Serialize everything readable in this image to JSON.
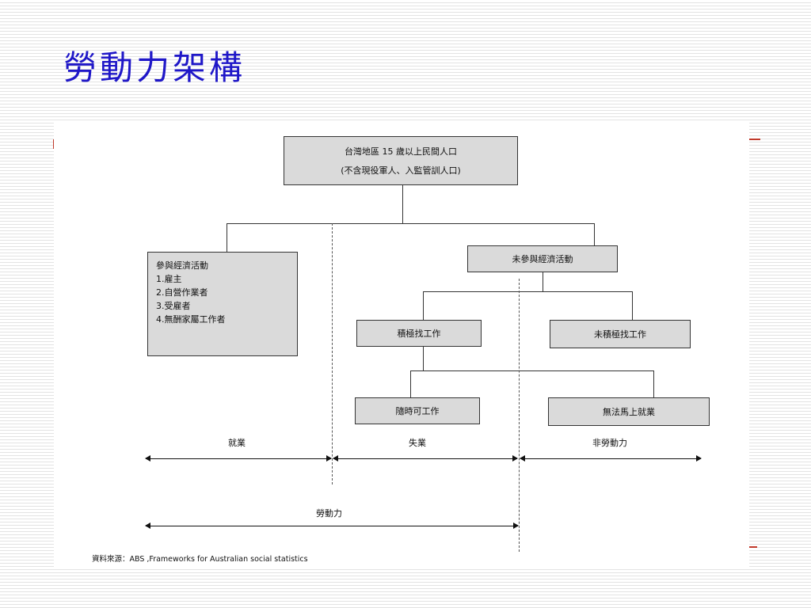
{
  "title": "勞動力架構",
  "diagram": {
    "root": {
      "line1": "台灣地區 15 歲以上民間人口",
      "line2": "(不含現役軍人、入監管訓人口)"
    },
    "participating": {
      "heading": "參與經濟活動",
      "items": [
        "1.雇主",
        "2.自營作業者",
        "3.受雇者",
        "4.無酬家屬工作者"
      ]
    },
    "not_participating": "未參與經濟活動",
    "active_search": "積極找工作",
    "inactive_search": "未積極找工作",
    "available": "隨時可工作",
    "unavailable": "無法馬上就業",
    "labels": {
      "employed": "就業",
      "unemployed": "失業",
      "non_labor": "非勞動力",
      "labor_force": "勞動力"
    },
    "source": "資料來源：ABS ,Frameworks for Australian social statistics"
  }
}
